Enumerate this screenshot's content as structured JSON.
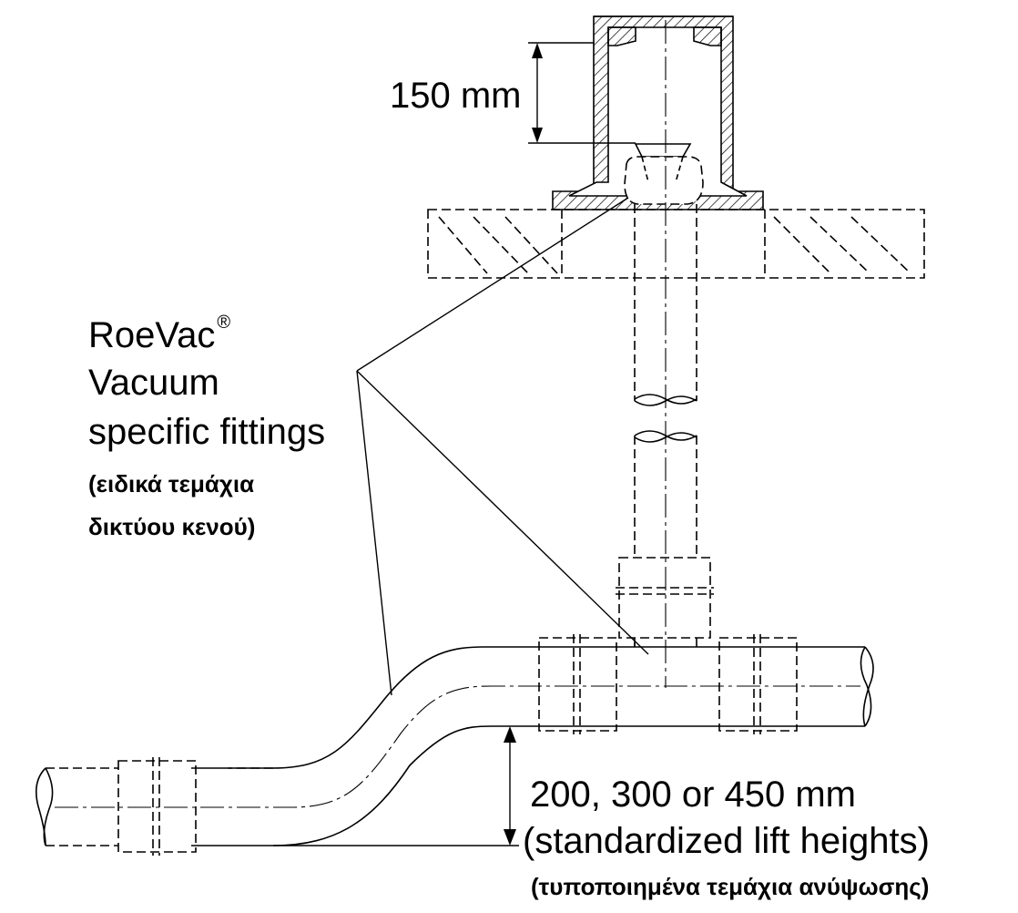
{
  "dimension_top": "150 mm",
  "fittings_label": {
    "line1": "RoeVac",
    "registered_mark": "®",
    "line2": "Vacuum",
    "line3": "specific fittings",
    "greek_line1": "(ειδικά τεμάχια",
    "greek_line2": "δικτύου κενού)"
  },
  "lift_label": {
    "line1": "200, 300 or 450 mm",
    "line2": "(standardized lift heights)",
    "greek": "(τυποποιημένα τεμάχια ανύψωσης)"
  },
  "colors": {
    "line": "#000000",
    "background": "#ffffff"
  }
}
